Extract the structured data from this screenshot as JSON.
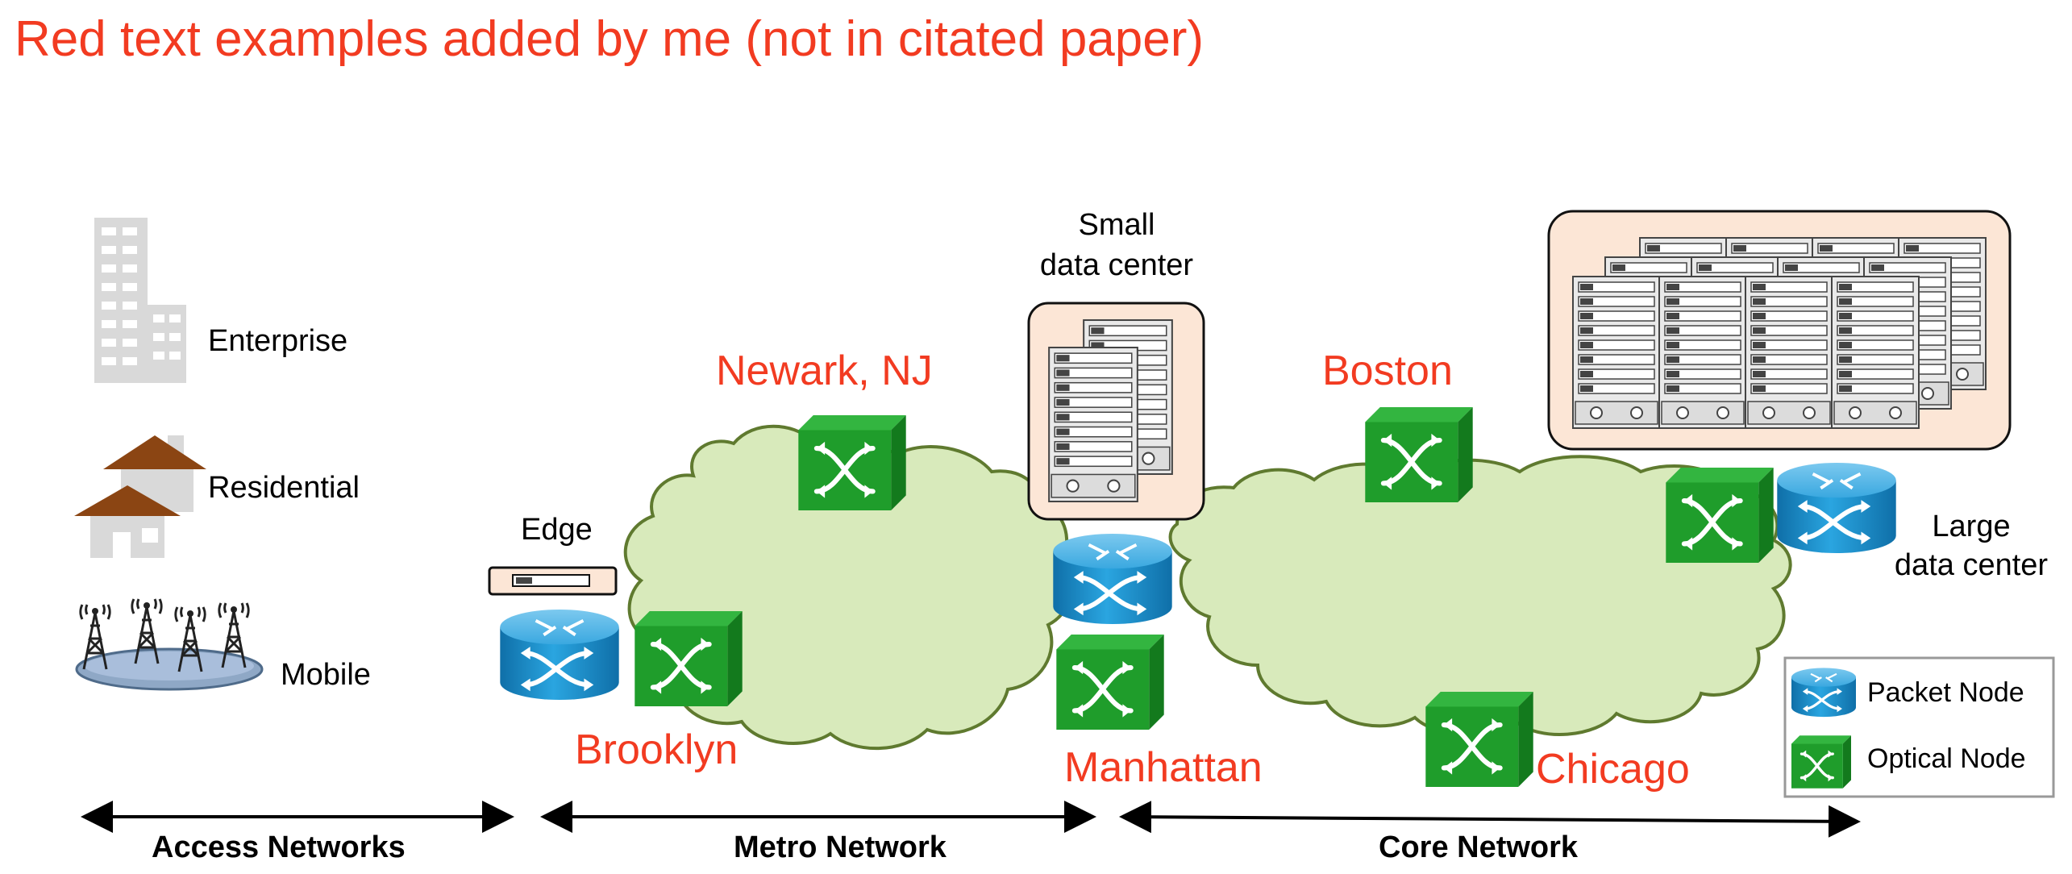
{
  "header": {
    "note": "Red text examples added by me (not in citated paper)",
    "note_color": "#f23b21"
  },
  "access": {
    "enterprise": "Enterprise",
    "residential": "Residential",
    "mobile": "Mobile"
  },
  "labels": {
    "edge": "Edge",
    "small_dc_line1": "Small",
    "small_dc_line2": "data center",
    "large_dc_line1": "Large",
    "large_dc_line2": "data center"
  },
  "cities": {
    "newark": "Newark, NJ",
    "brooklyn": "Brooklyn",
    "manhattan": "Manhattan",
    "boston": "Boston",
    "chicago": "Chicago"
  },
  "sections": {
    "access": "Access Networks",
    "metro": "Metro Network",
    "core": "Core Network"
  },
  "legend": {
    "packet": "Packet Node",
    "optical": "Optical Node"
  },
  "colors": {
    "cloud_fill": "#d8eabb",
    "cloud_stroke": "#5f7a2f",
    "packet_node": "#1f9ad6",
    "optical_node": "#1f9d2b",
    "datacenter_bg": "#fce6d6"
  },
  "icons": [
    "building-icon",
    "house-icon",
    "cell-tower-icon",
    "packet-node-icon",
    "optical-node-icon",
    "server-rack-icon",
    "edge-server-icon"
  ]
}
